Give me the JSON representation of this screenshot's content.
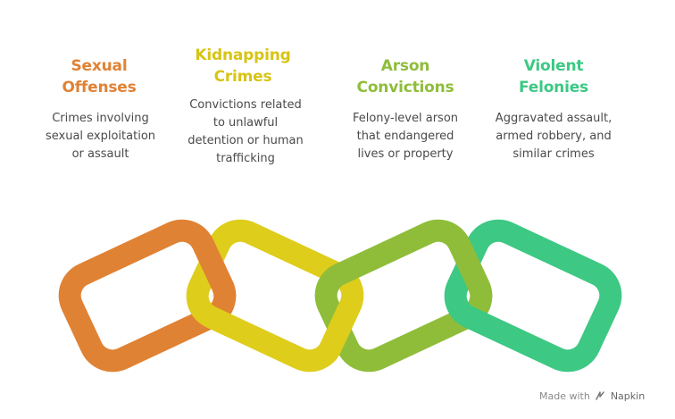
{
  "items": [
    {
      "title": "Sexual\nOffenses",
      "desc": "Crimes involving\nsexual exploitation\nor assault",
      "color": "#E08234"
    },
    {
      "title": "Kidnapping\nCrimes",
      "desc": "Convictions related\nto unlawful\ndetention or human\ntrafficking",
      "color": "#DECD1B"
    },
    {
      "title": "Arson\nConvictions",
      "desc": "Felony-level arson\nthat endangered\nlives or property",
      "color": "#8FBD3A"
    },
    {
      "title": "Violent\nFelonies",
      "desc": "Aggravated assault,\narmed robbery, and\nsimilar crimes",
      "color": "#3DC884"
    }
  ],
  "credit": {
    "prefix": "Made with",
    "brand": "Napkin",
    "icon": "napkin-logo-icon"
  }
}
